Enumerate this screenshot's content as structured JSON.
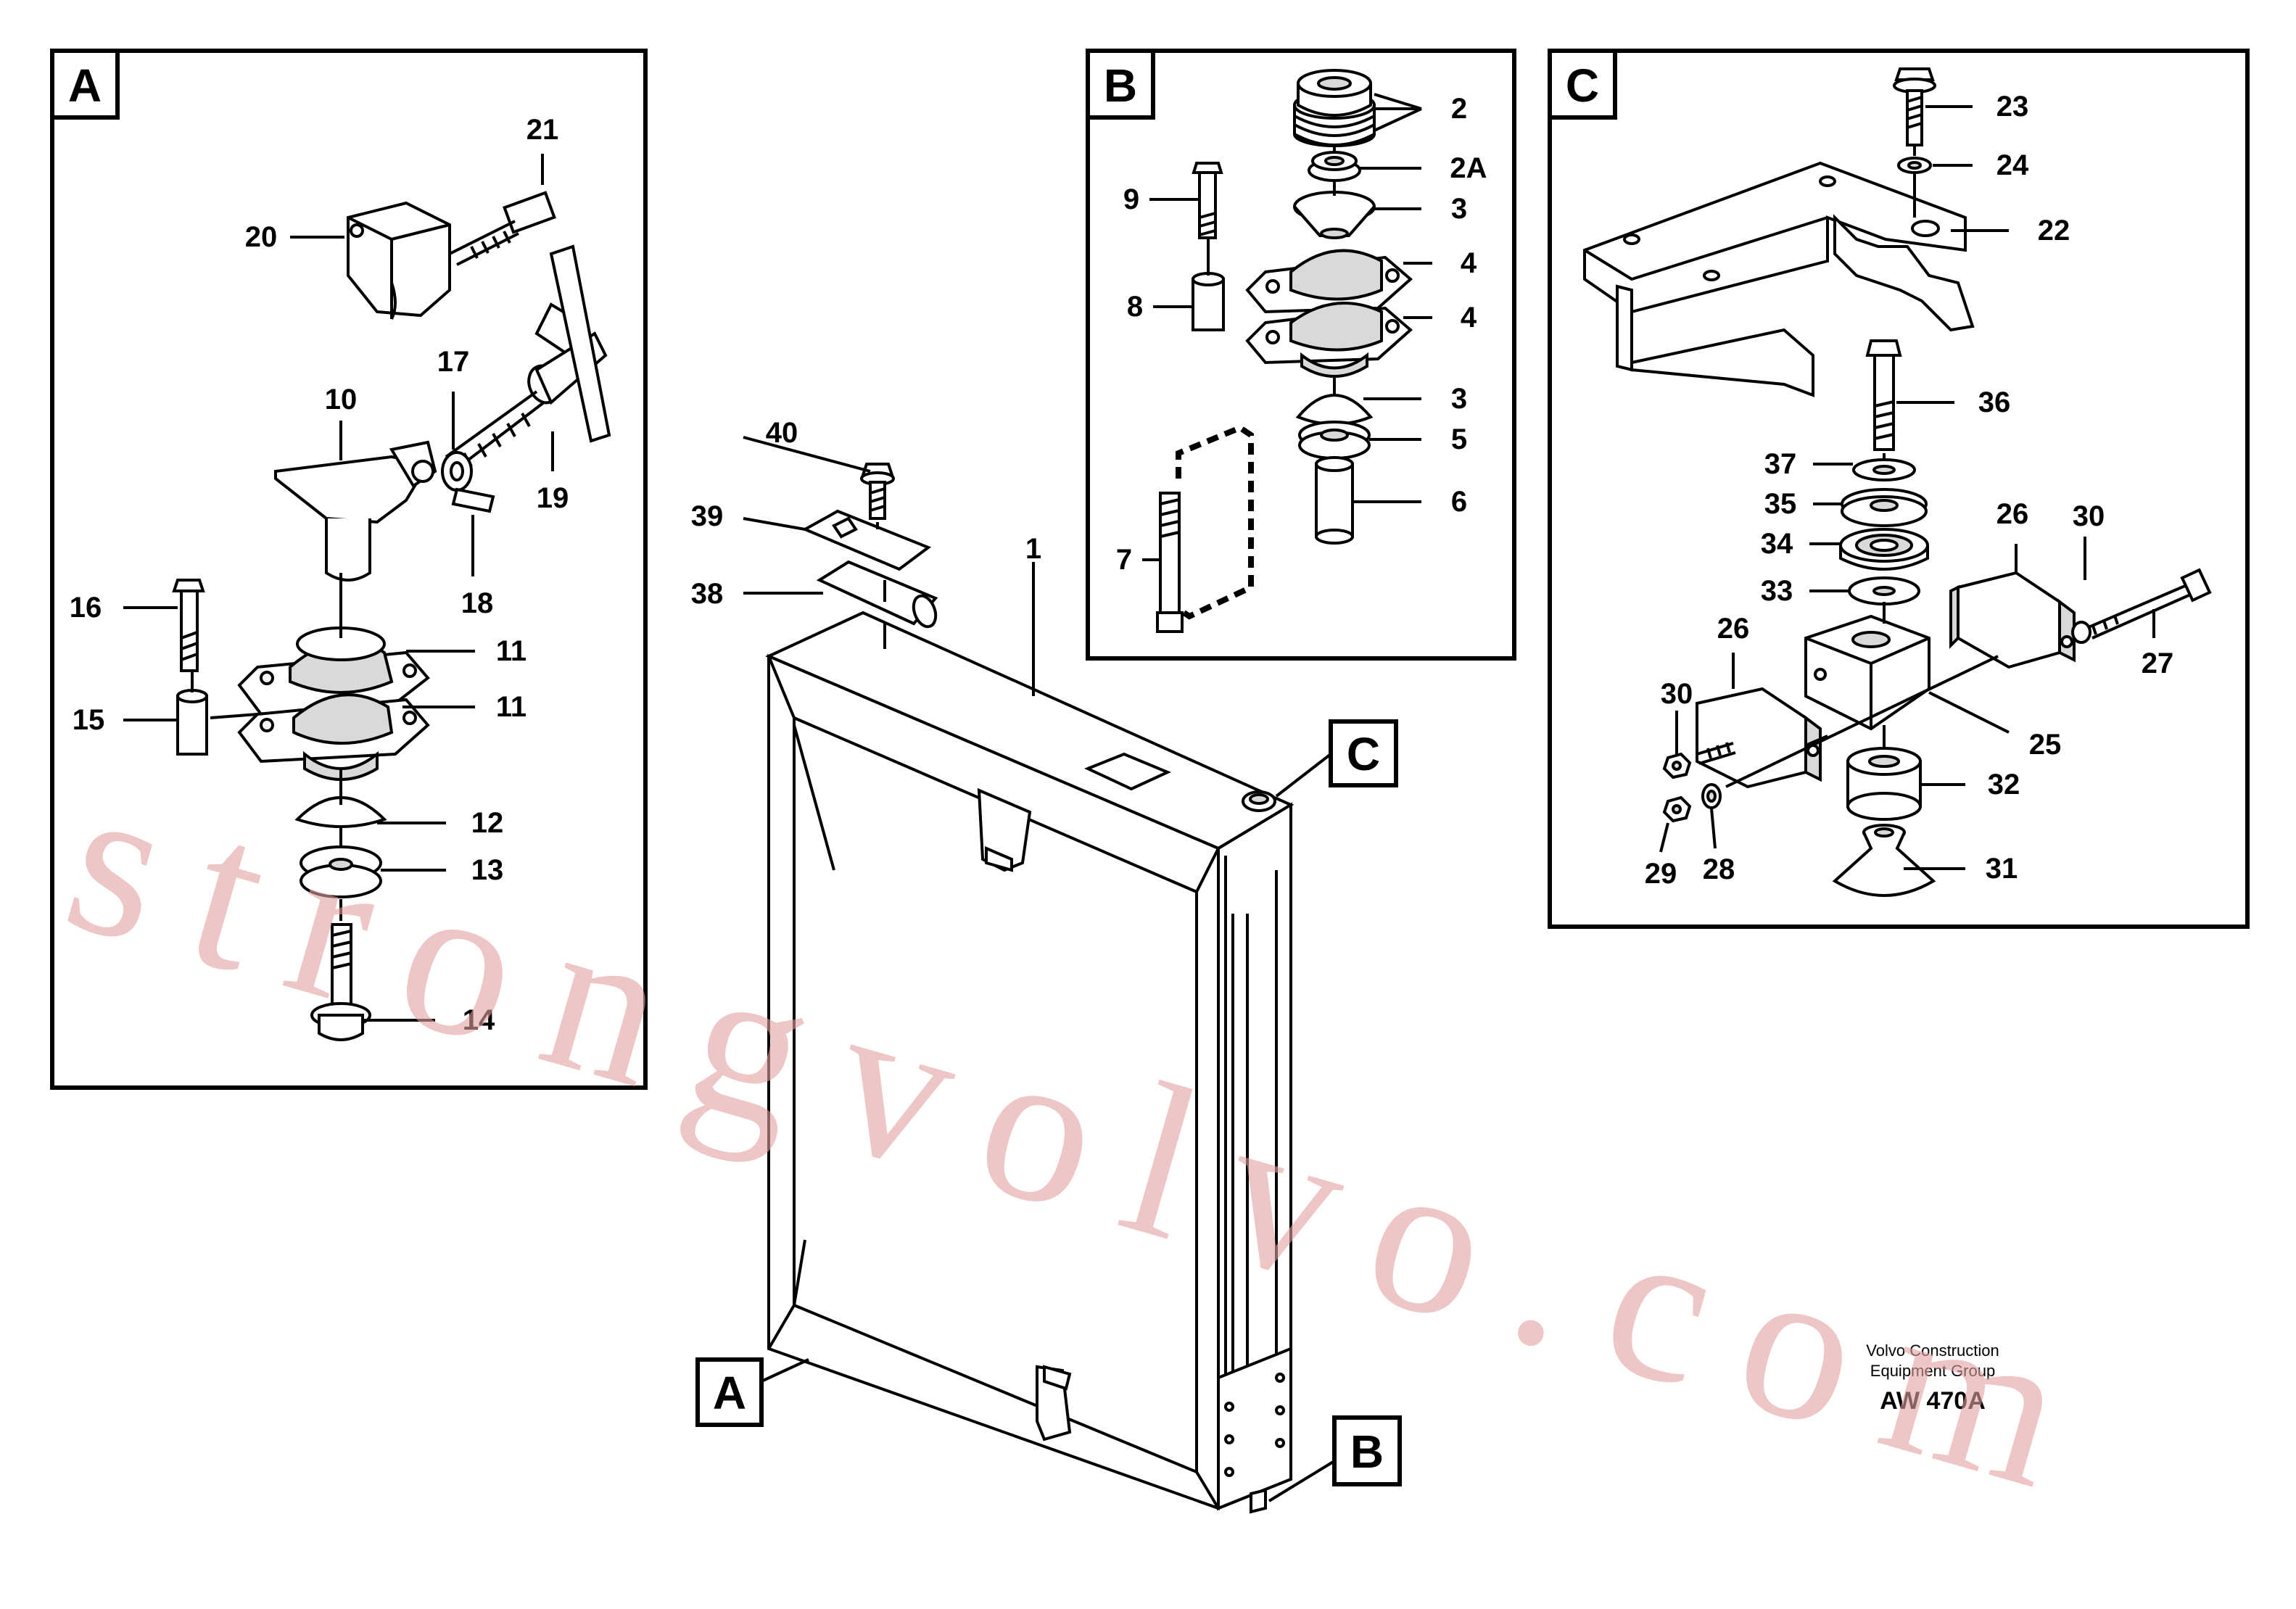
{
  "panels": {
    "a": {
      "label": "A"
    },
    "b": {
      "label": "B"
    },
    "c": {
      "label": "C"
    }
  },
  "connectors": {
    "a": "A",
    "b": "B",
    "c": "C"
  },
  "parts": {
    "p1": "1",
    "p2": "2",
    "p2a": "2A",
    "p3a": "3",
    "p3b": "3",
    "p4a": "4",
    "p4b": "4",
    "p5": "5",
    "p6": "6",
    "p7": "7",
    "p8": "8",
    "p9": "9",
    "p10": "10",
    "p11a": "11",
    "p11b": "11",
    "p12": "12",
    "p13": "13",
    "p14": "14",
    "p15": "15",
    "p16": "16",
    "p17": "17",
    "p18": "18",
    "p19": "19",
    "p20": "20",
    "p21": "21",
    "p22": "22",
    "p23": "23",
    "p24": "24",
    "p25": "25",
    "p26a": "26",
    "p26b": "26",
    "p27": "27",
    "p28": "28",
    "p29": "29",
    "p30a": "30",
    "p30b": "30",
    "p31": "31",
    "p32": "32",
    "p33": "33",
    "p34": "34",
    "p35": "35",
    "p36": "36",
    "p37": "37",
    "p38": "38",
    "p39": "39",
    "p40": "40"
  },
  "credit": {
    "line1": "Volvo Construction",
    "line2": "Equipment Group",
    "code": "AW 470A"
  },
  "watermark": "strongvolvo.com",
  "colors": {
    "line": "#000000",
    "watermark": "#e4a0a0",
    "background": "#ffffff"
  }
}
